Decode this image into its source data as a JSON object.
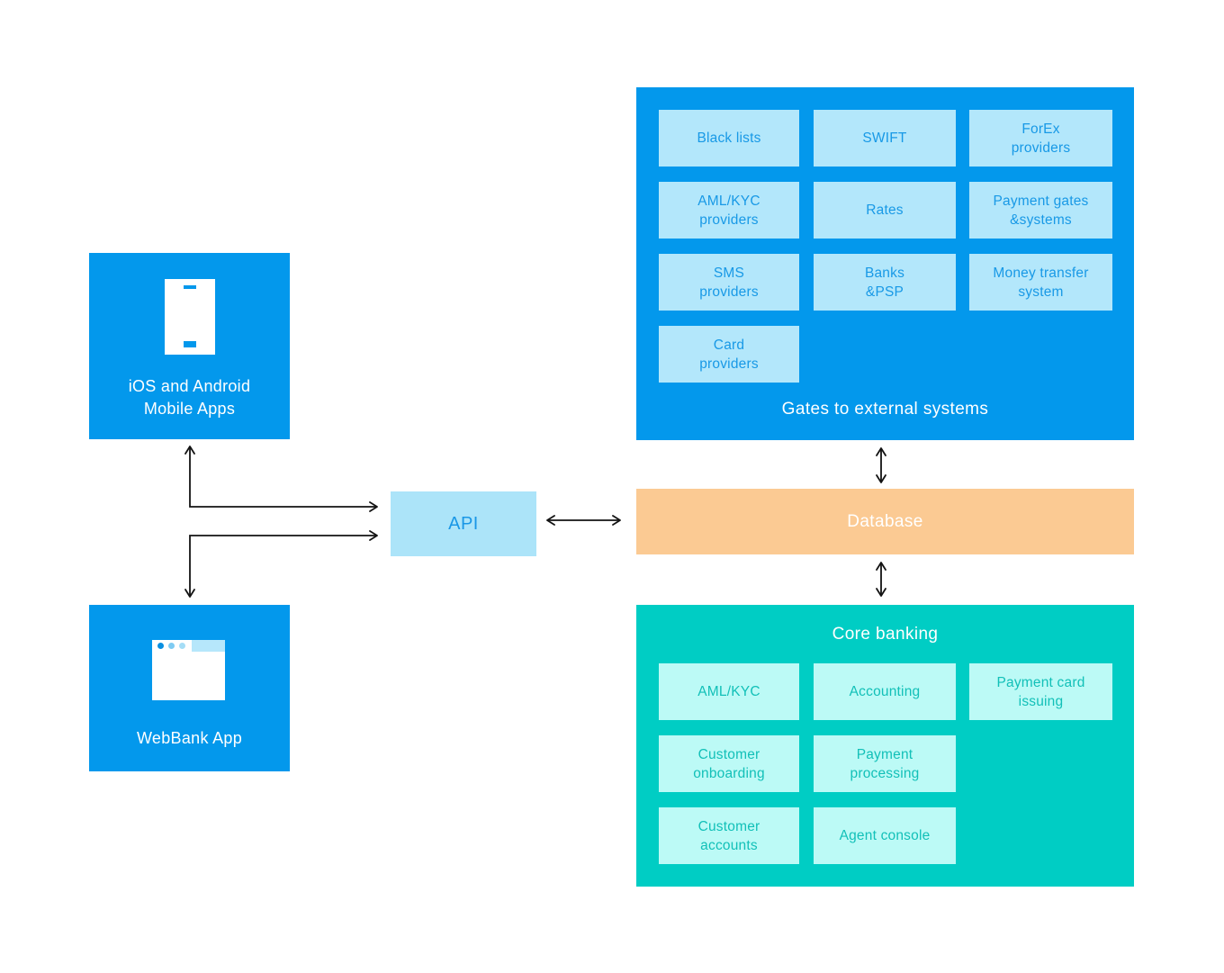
{
  "colors": {
    "primary_blue": "#0398ec",
    "light_blue": "#b3e7fb",
    "blue_text": "#1899e6",
    "teal": "#00cdc4",
    "light_teal": "#bcfaf6",
    "teal_text": "#12c0b8",
    "orange": "#fbca93",
    "arrow": "#131313",
    "white": "#ffffff"
  },
  "nodes": {
    "mobile_apps": {
      "label": "iOS and Android\nMobile Apps",
      "icon": "smartphone-icon"
    },
    "webbank": {
      "label": "WebBank App",
      "icon": "browser-window-icon"
    },
    "api": {
      "label": "API"
    },
    "database": {
      "label": "Database"
    },
    "gates": {
      "label": "Gates to external systems",
      "items": [
        "Black lists",
        "SWIFT",
        "ForEx\nproviders",
        "AML/KYC\nproviders",
        "Rates",
        "Payment gates\n&systems",
        "SMS\nproviders",
        "Banks\n&PSP",
        "Money transfer\nsystem",
        "Card\nproviders"
      ]
    },
    "core_banking": {
      "label": "Core banking",
      "items": [
        "AML/KYC",
        "Accounting",
        "Payment card\nissuing",
        "Customer\nonboarding",
        "Payment\nprocessing",
        "Customer\naccounts",
        "Agent console"
      ]
    }
  }
}
